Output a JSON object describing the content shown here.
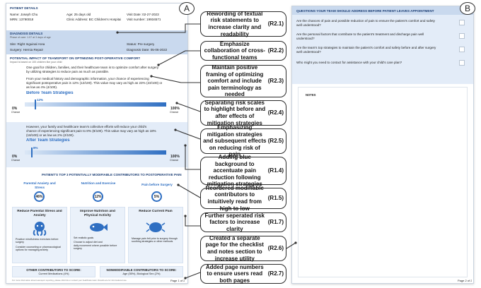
{
  "badges": {
    "a": "A",
    "b": "B"
  },
  "page1": {
    "header": {
      "section": "PATIENT DETAILS",
      "name_label": "Name:",
      "name_value": "Joseph Chu",
      "age_label": "Age:",
      "age_value": "25 days old",
      "visit_label": "Visit Date:",
      "visit_value": "02-27-2023",
      "mrn_label": "MRN:",
      "mrn_value": "13790018",
      "clinic_label": "Clinic Address:",
      "clinic_value": "BC Children's Hospital",
      "visit_no_label": "Visit number:",
      "visit_no_value": "19934571"
    },
    "diagnosis": {
      "section": "DIAGNOSIS DETAILS",
      "sub": "Phase of care: 1.07 at 3 days of age",
      "site_label": "Site:",
      "site_value": "Right Inguinal Area",
      "status_label": "Status:",
      "status_value": "Pre surgery",
      "surgery_label": "Surgery:",
      "surgery_value": "Hernia Repair",
      "date_label": "Diagnosis Date:",
      "date_value": "05-06-2022"
    },
    "impact": {
      "title": "POTENTIAL IMPACT OF TEAMSPORT ON OPTIMIZING POST-OPERATIVE COMFORT",
      "sub": "Impact is based on 100 children like your child",
      "para1a": "One goal for children, families, and their healthcare team is to optimize comfort after surgery",
      "para1b": "by utilizing strategies to reduce pain as much as possible.",
      "para2a": "From your medical history and demographic information, your chance of experiencing",
      "para2b": "significant postoperative pain is 12% (12/100). This value may vary as high as 23% (23/100) or",
      "para2c": "as low as 4% (4/100).",
      "before_title": "Before Team Strategies",
      "before_value": "12%",
      "after_para_a": "However, your family and healthcare team's collective efforts will reduce your child's",
      "after_para_b": "chance of experiencing significant pain to 8% (8/100). This value may vary as high as 18%",
      "after_para_c": "(18/100) or as low as 2% (2/100).",
      "after_title": "After Team Strategies",
      "after_value": "8%",
      "scale_min": "0%",
      "scale_min_sub": "Chance",
      "scale_max": "100%",
      "scale_max_sub": "Chance"
    },
    "contributors": {
      "title": "PATIENT'S TOP 3 POTENTIALLY MODIFIABLE CONTRIBUTORS TO POSTOPERATIVE PAIN",
      "items": [
        {
          "label": "Parental Anxiety and Stress",
          "value": "46%"
        },
        {
          "label": "Nutrition and Exercise",
          "value": "12%"
        },
        {
          "label": "Pain before Surgery",
          "value": "5%"
        }
      ]
    },
    "strategies": [
      {
        "title": "Reduce Parental Stress and Anxiety",
        "bullets": [
          "Practice mindfulness exercises before surgery",
          "Consider counseling or pharmacological options for managing anxiety"
        ]
      },
      {
        "title": "Improve Nutrition and Physical Activity",
        "bullets": [
          "Set realistic goals",
          "Choose to adjust diet and",
          "daily movement where possible before surgery"
        ]
      },
      {
        "title": "Reduce Current Pain",
        "bullets": [
          "Manage pain felt prior to surgery through soothing strategies or other methods"
        ]
      }
    ],
    "other": {
      "left_title": "OTHER CONTRIBUTORS TO SCORE:",
      "left_item": "Current Medications (4%)",
      "right_title": "NONMODIFIABLE CONTRIBUTORS TO SCORE:",
      "right_item": "Age (55%), Biological Sex (2%)"
    },
    "footer_note": "For more information about teamsport reporting, please click link or contact your healthcare team. Results are for informational use.",
    "page_number": "Page 1 of 2"
  },
  "page2": {
    "title": "QUESTIONS YOUR TEAM SHOULD ADDRESS BEFORE PATIENT LEAVES APPOINTMENT",
    "questions": [
      "Are the chances of pain and possible reduction of pain to ensure the patient's comfort and safety well understood?",
      "Are the personal factors that contribute to the patient's treatment and discharge pain well understood?",
      "Are the team's top strategies to maintain the patient's comfort and safety before and after surgery well understood?",
      "Who might you need to contact for assistance with your child's care plan?"
    ],
    "notes_label": "NOTES",
    "page_number": "Page 2 of 2"
  },
  "annotations": [
    {
      "text": "Rewording of textual risk statements to increase clarity and readability",
      "tag": "(R2.1)"
    },
    {
      "text": "Emphasize collaboration of cross-functional teams",
      "tag": "(R2.2)"
    },
    {
      "text": "Maintain positive framing of optimizing comfort and include pain terminology as needed",
      "tag": "(R2.3)"
    },
    {
      "text": "Separating risk scales to highlight before and after effects of mitigation strategies",
      "tag": "(R2.4)"
    },
    {
      "text": "Emphasizing mitigation strategies and subsequent effects on reducing risk of pain",
      "tag": "(R2.5)"
    },
    {
      "text": "Adding blue background to accentuate pain reduction following mitigation strategies",
      "tag": "(R1.4)"
    },
    {
      "text": "Reordered modifiable contributors to intuitively read from high to low",
      "tag": "(R1.5)"
    },
    {
      "text": "Further seperated risk factors to increase clarity",
      "tag": "(R1.7)"
    },
    {
      "text": "Created a separate page for the checklist and notes section to increase utility",
      "tag": "(R2.6)"
    },
    {
      "text": "Added page numbers to ensure users read both pages",
      "tag": "(R2.7)"
    }
  ],
  "colors": {
    "accent": "#2f6fc2",
    "panel": "#c9d9ee",
    "light": "#e3ecf8"
  }
}
